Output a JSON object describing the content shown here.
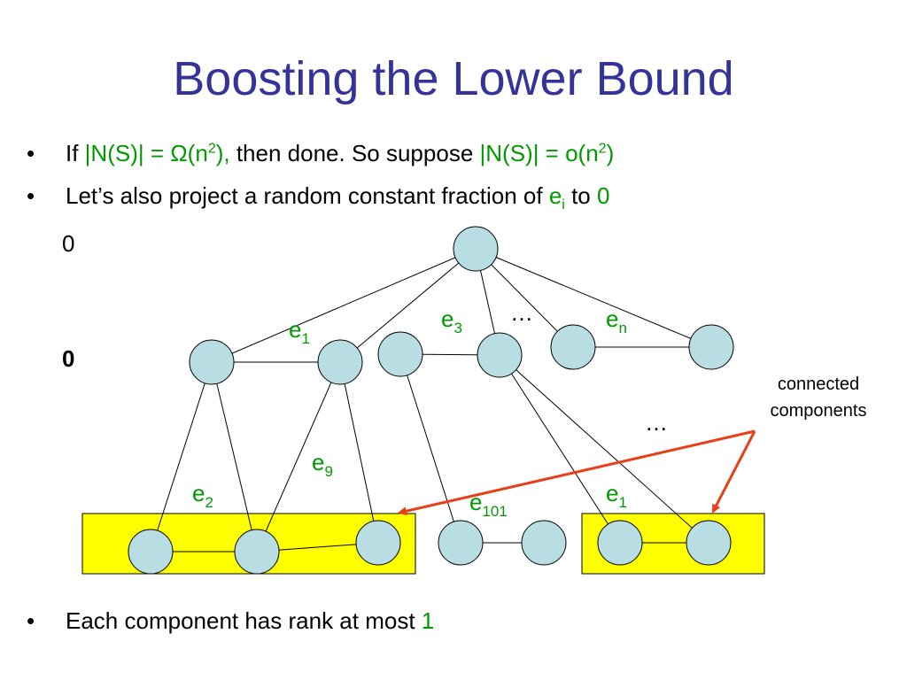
{
  "title": "Boosting the Lower Bound",
  "bullets": [
    {
      "prefix": "If ",
      "expr1": "|N(S)| = Ω(n",
      "expr1_sup": "2",
      "expr1_end": "),",
      "mid": " then done. So suppose ",
      "expr2": "|N(S)| = o(n",
      "expr2_sup": "2",
      "expr2_end": ")"
    },
    {
      "prefix": "Let’s also project a random constant fraction of ",
      "var": "e",
      "var_sub": "i",
      "mid": " to ",
      "value": "0"
    },
    {
      "prefix": "Each component has rank at most ",
      "value": "1"
    }
  ],
  "zero_labels": [
    "0",
    "0"
  ],
  "diagram": {
    "edge_labels": [
      {
        "base": "e",
        "sub": "1"
      },
      {
        "base": "e",
        "sub": "3"
      },
      {
        "base": "e",
        "sub": "n"
      },
      {
        "base": "e",
        "sub": "9"
      },
      {
        "base": "e",
        "sub": "2"
      },
      {
        "base": "e",
        "sub": "101"
      },
      {
        "base": "e",
        "sub": "1"
      }
    ],
    "ellipses": [
      "…",
      "…"
    ],
    "annotation": [
      "connected",
      "components"
    ],
    "colors": {
      "node_fill": "#b8dde2",
      "highlight": "#ffff00",
      "arrow": "#e64018",
      "label": "#009900",
      "title": "#333399"
    }
  }
}
